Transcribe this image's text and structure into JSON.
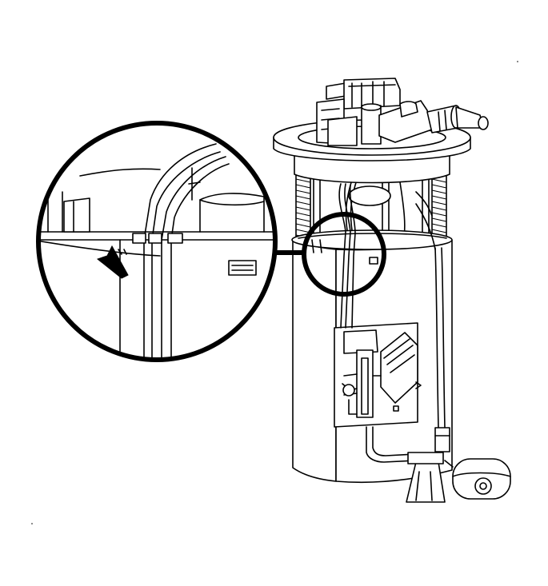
{
  "figure": {
    "components": [
      "fuel-pump-module",
      "module-cover-flange",
      "electrical-connector",
      "fuel-line-fitting",
      "spring",
      "reservoir",
      "harness-wires",
      "fuel-level-sender",
      "float",
      "detail-magnifier",
      "locator-arrow",
      "retaining-tab"
    ],
    "colors": {
      "line": "#000000",
      "background": "#ffffff"
    }
  }
}
